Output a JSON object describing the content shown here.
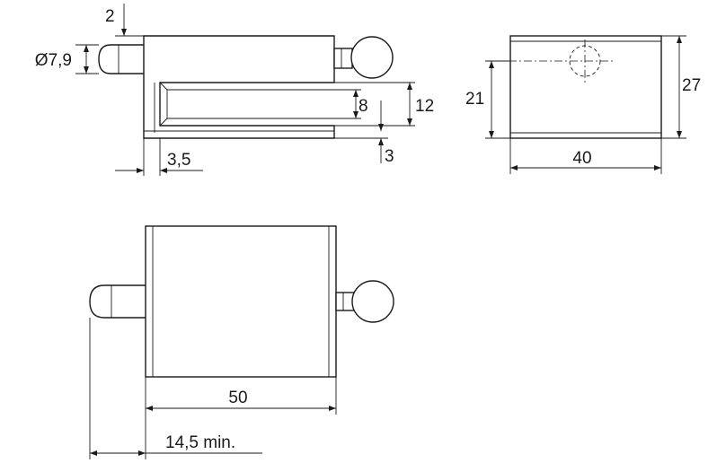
{
  "dimensions": {
    "pin_diameter": "Ø7,9",
    "pin_offset": "2",
    "wall": "3,5",
    "slot_height": "8",
    "channel_height": "12",
    "bottom_plate": "3",
    "hole_height": "21",
    "total_height": "27",
    "depth": "40",
    "length": "50",
    "min_engagement": "14,5 min."
  }
}
